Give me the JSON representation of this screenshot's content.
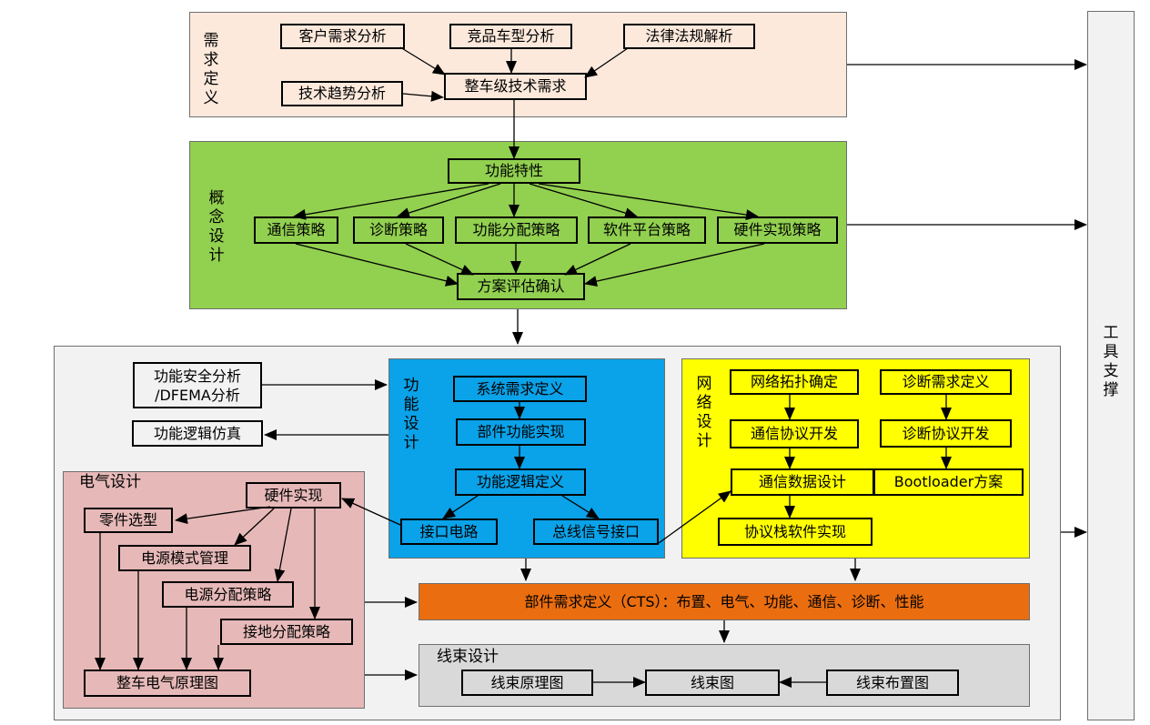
{
  "colors": {
    "requirement": "#fce9dc",
    "concept": "#92d050",
    "development": "#f2f2f2",
    "functional": "#0aa2e8",
    "network": "#ffff00",
    "electrical": "#e6b9b8",
    "cts": "#ea6e10",
    "harness": "#d9d9d9",
    "tools": "#f2f2f2"
  },
  "regions": {
    "requirement_label": "需\n求\n定\n义",
    "concept_label": "概\n念\n设\n计",
    "functional_label": "功\n能\n设\n计",
    "network_label": "网\n络\n设\n计",
    "electrical_label": "电气设计",
    "harness_label": "线束设计",
    "tools_label": "工\n具\n支\n撑"
  },
  "nodes": {
    "customer_needs": "客户需求分析",
    "competitor": "竞品车型分析",
    "regulations": "法律法规解析",
    "tech_trend": "技术趋势分析",
    "vehicle_req": "整车级技术需求",
    "features": "功能特性",
    "comm_strategy": "通信策略",
    "diag_strategy": "诊断策略",
    "func_alloc": "功能分配策略",
    "sw_platform": "软件平台策略",
    "hw_impl_strategy": "硬件实现策略",
    "scheme_eval": "方案评估确认",
    "safety_analysis": "功能安全分析\n/DFEMA分析",
    "logic_sim": "功能逻辑仿真",
    "sys_req": "系统需求定义",
    "part_func": "部件功能实现",
    "func_logic": "功能逻辑定义",
    "interface_circuit": "接口电路",
    "bus_signal": "总线信号接口",
    "topology": "网络拓扑确定",
    "diag_req": "诊断需求定义",
    "comm_protocol": "通信协议开发",
    "diag_protocol": "诊断协议开发",
    "comm_data": "通信数据设计",
    "bootloader": "Bootloader方案",
    "stack_sw": "协议栈软件实现",
    "hw_impl": "硬件实现",
    "part_select": "零件选型",
    "power_mode": "电源模式管理",
    "power_dist": "电源分配策略",
    "ground_dist": "接地分配策略",
    "schematic": "整车电气原理图",
    "cts": "部件需求定义（CTS）：布置、电气、功能、通信、诊断、性能",
    "harness_schematic": "线束原理图",
    "harness": "线束图",
    "harness_layout": "线束布置图"
  }
}
